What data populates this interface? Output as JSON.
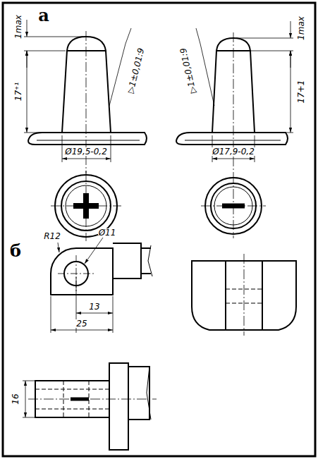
{
  "diagram": {
    "labels": [
      "а",
      "1max",
      "17⁺¹",
      "▷1±0,01:9",
      "Ø19,5-0,2",
      "1max",
      "▷1±0,01:9",
      "17+1",
      "Ø17,9-0,2",
      "б",
      "R12",
      "Ø11",
      "13",
      "25",
      "16"
    ]
  }
}
